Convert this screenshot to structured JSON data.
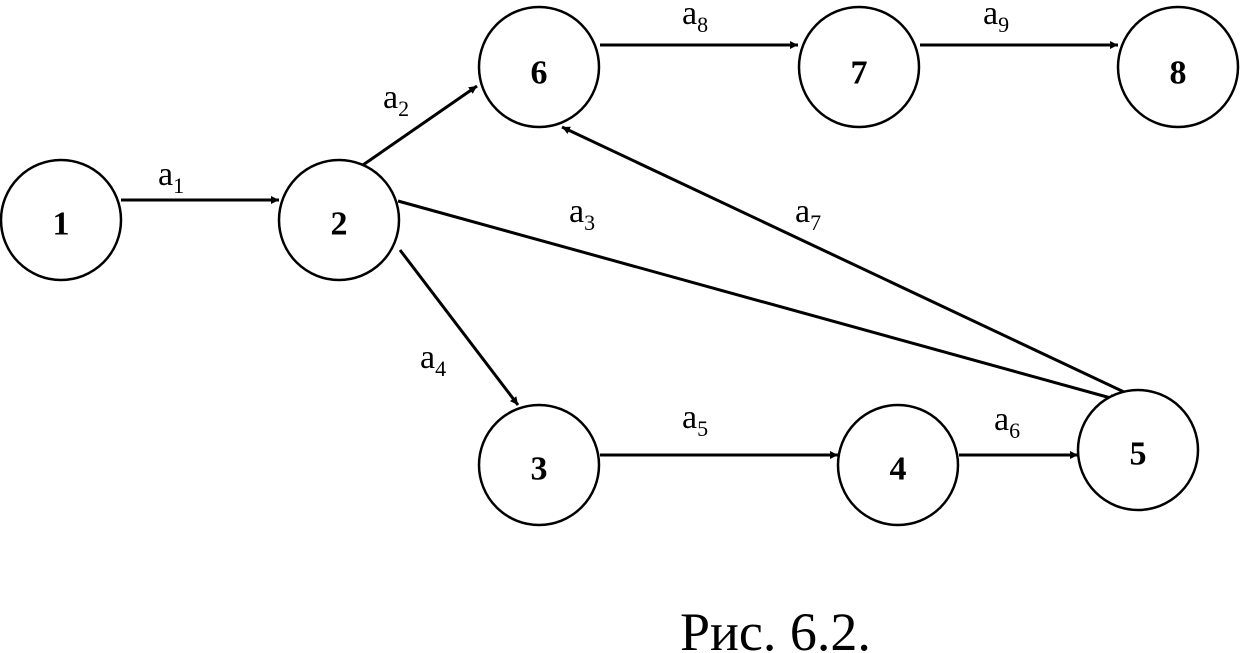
{
  "caption": "Рис. 6.2.",
  "nodes": [
    {
      "id": "1",
      "label": "1"
    },
    {
      "id": "2",
      "label": "2"
    },
    {
      "id": "3",
      "label": "3"
    },
    {
      "id": "4",
      "label": "4"
    },
    {
      "id": "5",
      "label": "5"
    },
    {
      "id": "6",
      "label": "6"
    },
    {
      "id": "7",
      "label": "7"
    },
    {
      "id": "8",
      "label": "8"
    }
  ],
  "edges": [
    {
      "from": "1",
      "to": "2",
      "name": "a",
      "index": "1"
    },
    {
      "from": "2",
      "to": "6",
      "name": "a",
      "index": "2"
    },
    {
      "from": "2",
      "to": "5",
      "name": "a",
      "index": "3"
    },
    {
      "from": "2",
      "to": "3",
      "name": "a",
      "index": "4"
    },
    {
      "from": "3",
      "to": "4",
      "name": "a",
      "index": "5"
    },
    {
      "from": "4",
      "to": "5",
      "name": "a",
      "index": "6"
    },
    {
      "from": "5",
      "to": "6",
      "name": "a",
      "index": "7"
    },
    {
      "from": "6",
      "to": "7",
      "name": "a",
      "index": "8"
    },
    {
      "from": "7",
      "to": "8",
      "name": "a",
      "index": "9"
    }
  ],
  "colors": {
    "stroke": "#000000",
    "background": "#ffffff"
  }
}
